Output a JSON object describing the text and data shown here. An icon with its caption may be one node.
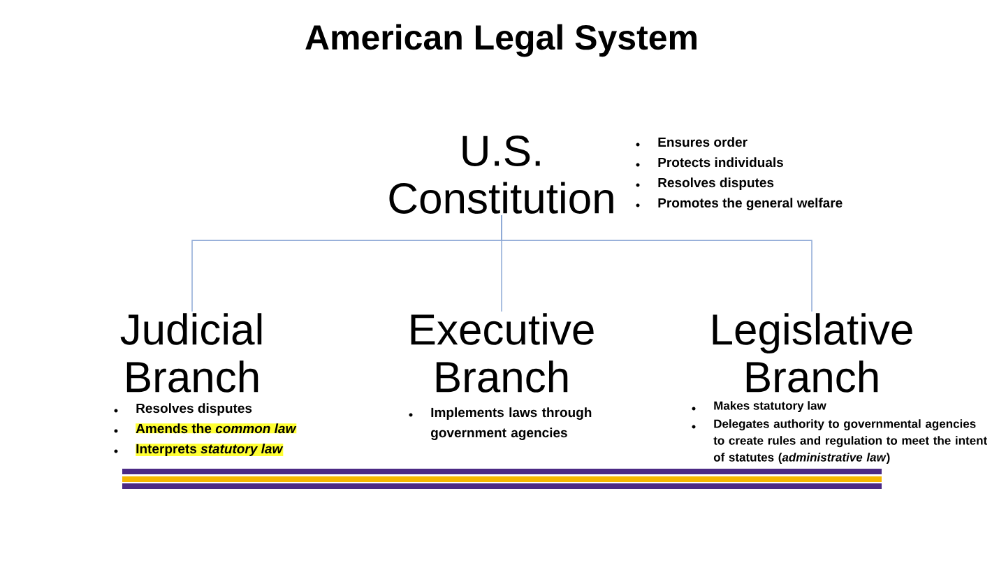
{
  "diagram": {
    "title": "American Legal System",
    "nodes": [
      {
        "text": [
          "U.S. Constitution"
        ],
        "beside": [
          "Ensures order",
          "Protects individuals",
          "Resolves disputes",
          "Promotes the general welfare"
        ]
      },
      {
        "text": [
          "Judicial Branch"
        ],
        "beside": [
          "Resolves disputes",
          "Amends the *common law*",
          "Interprets *statutory law*"
        ]
      },
      {
        "text": [
          "Executive Branch"
        ],
        "beside": [
          "Implements laws through government agencies"
        ]
      },
      {
        "text": [
          "Legislative Branch"
        ],
        "beside": [
          "Makes statutory law",
          "Delegates authority to governmental agencies to create rules and regulation to meet the intent of statutes (*administrative law*)"
        ]
      }
    ],
    "edges": [
      {
        "from": 0,
        "to": 1,
        "arrow": "none"
      },
      {
        "from": 0,
        "to": 2,
        "arrow": "none"
      },
      {
        "from": 0,
        "to": 3,
        "arrow": "none"
      }
    ]
  }
}
